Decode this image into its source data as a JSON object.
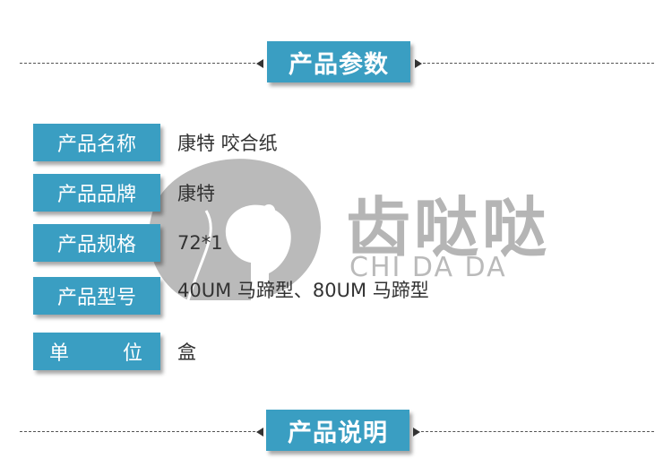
{
  "sections": {
    "params_title": "产品参数",
    "description_title": "产品说明"
  },
  "params": [
    {
      "label": "产品名称",
      "value": "康特 咬合纸"
    },
    {
      "label": "产品品牌",
      "value": "康特"
    },
    {
      "label": "产品规格",
      "value": "72*1"
    },
    {
      "label": "产品型号",
      "value": "40UM 马蹄型、80UM 马蹄型"
    },
    {
      "label_chars": [
        "单",
        "位"
      ],
      "value": "盒"
    }
  ],
  "watermark": {
    "brand_cn": "齿哒哒",
    "brand_en": "CHI DA DA",
    "icon": "elephant-icon"
  },
  "colors": {
    "accent": "#3a9ec2",
    "text": "#333333",
    "watermark": "#8a8a8a"
  }
}
